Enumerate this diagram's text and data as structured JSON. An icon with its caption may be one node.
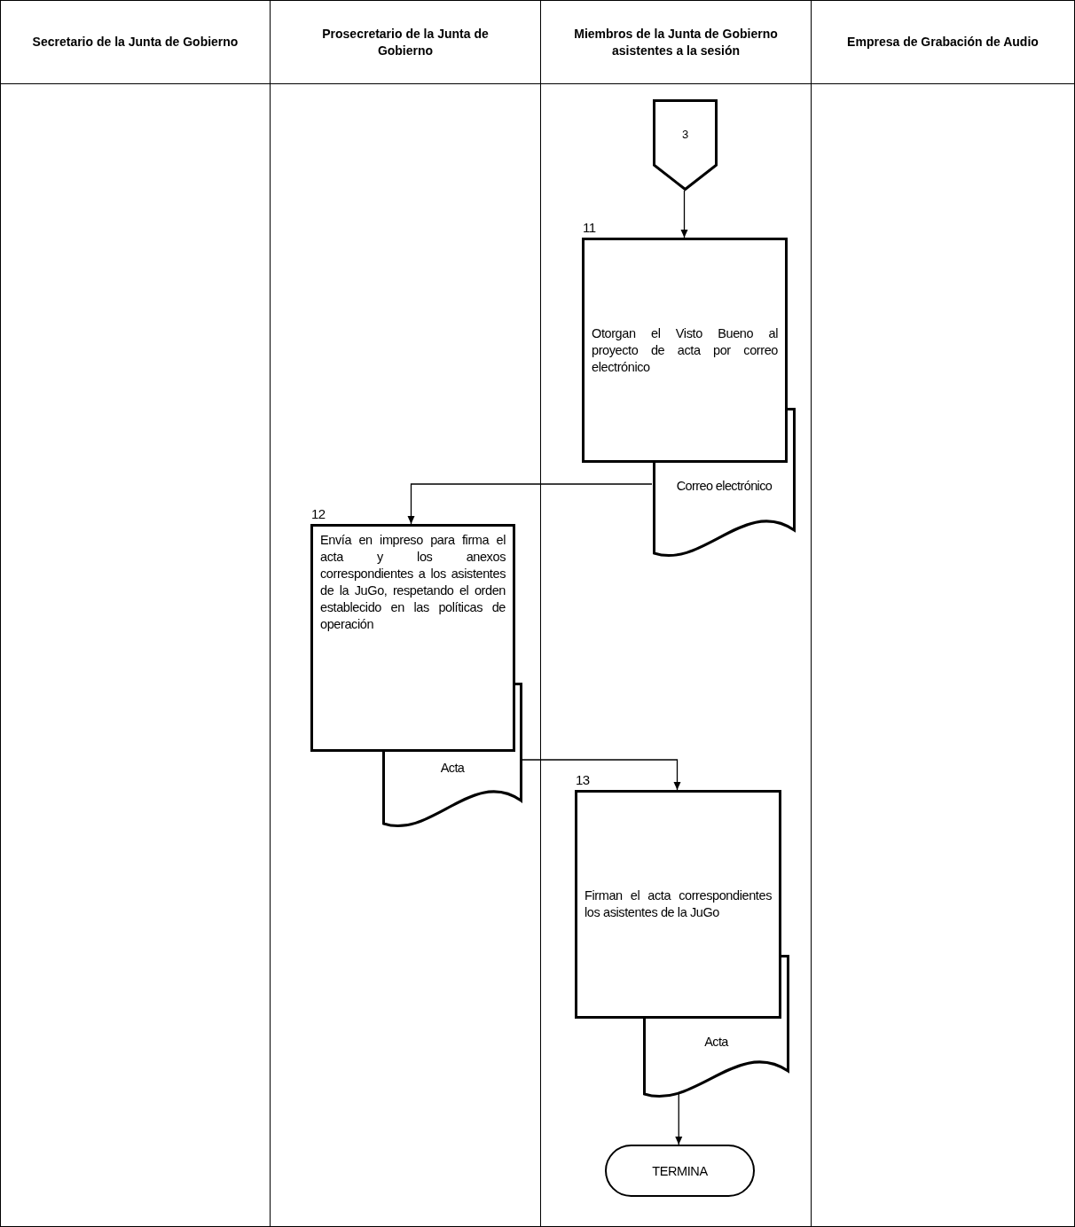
{
  "diagram": {
    "nodes": [
      {
        "text": [
          "Secretario de la Junta de Gobierno"
        ]
      },
      {
        "text": [
          "Prosecretario de la Junta de Gobierno"
        ]
      },
      {
        "text": [
          "Miembros de la Junta de Gobierno asistentes a la sesión"
        ]
      },
      {
        "text": [
          "Empresa de Grabación de Audio"
        ]
      },
      {
        "text": [
          "3"
        ],
        "in": 2
      },
      {
        "text": [
          "Otorgan el Visto Bueno al proyecto de acta por correo electrónico"
        ],
        "beside": [
          "11"
        ],
        "in": 2
      },
      {
        "text": [
          "Correo electrónico"
        ],
        "in": 2
      },
      {
        "text": [
          "Envía en impreso para firma el acta y los anexos correspondientes a los asistentes de la JuGo, respetando el orden establecido en las políticas de operación"
        ],
        "beside": [
          "12"
        ],
        "in": 1
      },
      {
        "text": [
          "Acta"
        ],
        "in": 1
      },
      {
        "text": [
          "Firman el acta correspondientes los asistentes de la JuGo"
        ],
        "beside": [
          "13"
        ],
        "in": 2
      },
      {
        "text": [
          "Acta"
        ],
        "in": 2
      },
      {
        "text": [
          "TERMINA"
        ],
        "in": 2
      }
    ],
    "edges": [
      {
        "from": 4,
        "to": 5,
        "arrow": "to"
      },
      {
        "from": 6,
        "to": 7,
        "arrow": "to"
      },
      {
        "from": 8,
        "to": 9,
        "arrow": "to"
      },
      {
        "from": 10,
        "to": 11,
        "arrow": "to"
      }
    ]
  }
}
